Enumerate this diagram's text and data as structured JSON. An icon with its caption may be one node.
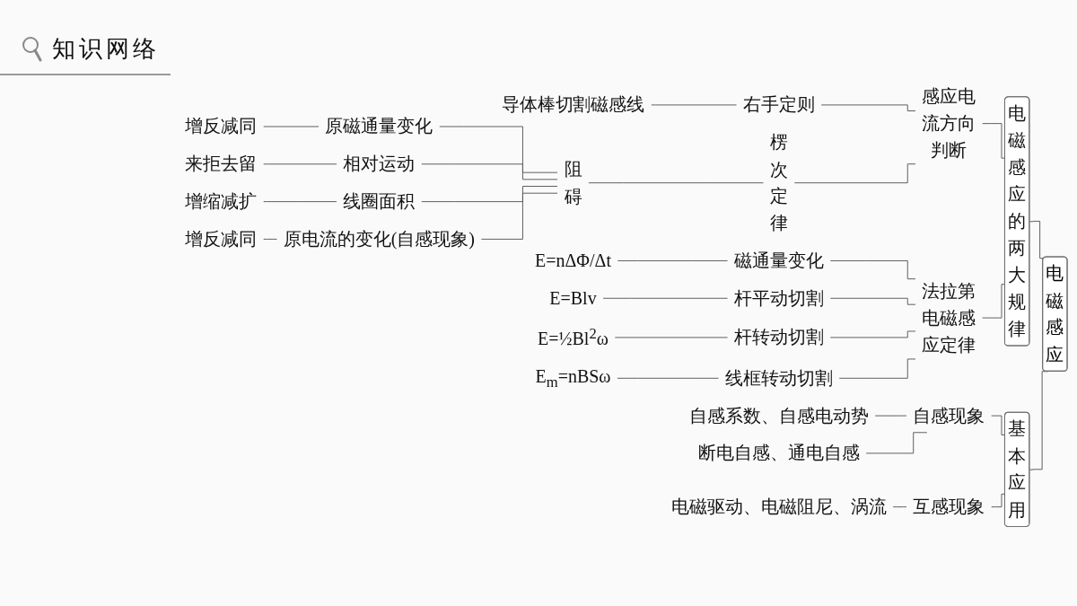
{
  "diagram": {
    "title": "知识网络",
    "nodes": [
      {
        "text": [
          "导体棒切割磁感线"
        ]
      },
      {
        "text": [
          "右手定则"
        ]
      },
      {
        "text": [
          "感应电流方向判断"
        ]
      },
      {
        "text": [
          "增反减同"
        ]
      },
      {
        "text": [
          "原磁通量变化"
        ]
      },
      {
        "text": [
          "来拒去留"
        ]
      },
      {
        "text": [
          "相对运动"
        ]
      },
      {
        "text": [
          "增缩减扩"
        ]
      },
      {
        "text": [
          "线圈面积"
        ]
      },
      {
        "text": [
          "增反减同"
        ]
      },
      {
        "text": [
          "原电流的变化(自感现象)"
        ]
      },
      {
        "text": [
          "阻碍"
        ]
      },
      {
        "text": [
          "楞次定律"
        ]
      },
      {
        "text": [
          "电磁感应的两大规律"
        ]
      },
      {
        "text": [
          "E=nΔΦ/Δt"
        ]
      },
      {
        "text": [
          "磁通量变化"
        ]
      },
      {
        "text": [
          "E=Blv"
        ]
      },
      {
        "text": [
          "杆平动切割"
        ]
      },
      {
        "text": [
          "E=½Bl$^{2}$ω"
        ]
      },
      {
        "text": [
          "杆转动切割"
        ]
      },
      {
        "text": [
          "E$_{m}$=nBSω"
        ]
      },
      {
        "text": [
          "线框转动切割"
        ]
      },
      {
        "text": [
          "法拉第电磁感应定律"
        ]
      },
      {
        "text": [
          "自感系数、自感电动势"
        ]
      },
      {
        "text": [
          "断电自感、通电自感"
        ]
      },
      {
        "text": [
          "自感现象"
        ]
      },
      {
        "text": [
          "电磁驱动、电磁阻尼、涡流"
        ]
      },
      {
        "text": [
          "互感现象"
        ]
      },
      {
        "text": [
          "基本应用"
        ]
      },
      {
        "text": [
          "电磁感应"
        ]
      }
    ],
    "edges": [
      {
        "from": 29,
        "to": 13,
        "arrow": "none"
      },
      {
        "from": 29,
        "to": 28,
        "arrow": "none"
      },
      {
        "from": 13,
        "to": 2,
        "arrow": "none"
      },
      {
        "from": 13,
        "to": 22,
        "arrow": "none"
      },
      {
        "from": 2,
        "to": 1,
        "arrow": "none"
      },
      {
        "from": 2,
        "to": 12,
        "arrow": "none"
      },
      {
        "from": 1,
        "to": 0,
        "arrow": "none"
      },
      {
        "from": 12,
        "to": 11,
        "arrow": "none"
      },
      {
        "from": 11,
        "to": 4,
        "arrow": "none"
      },
      {
        "from": 11,
        "to": 6,
        "arrow": "none"
      },
      {
        "from": 11,
        "to": 8,
        "arrow": "none"
      },
      {
        "from": 11,
        "to": 10,
        "arrow": "none"
      },
      {
        "from": 4,
        "to": 3,
        "arrow": "none"
      },
      {
        "from": 6,
        "to": 5,
        "arrow": "none"
      },
      {
        "from": 8,
        "to": 7,
        "arrow": "none"
      },
      {
        "from": 10,
        "to": 9,
        "arrow": "none"
      },
      {
        "from": 22,
        "to": 15,
        "arrow": "none"
      },
      {
        "from": 22,
        "to": 17,
        "arrow": "none"
      },
      {
        "from": 22,
        "to": 19,
        "arrow": "none"
      },
      {
        "from": 22,
        "to": 21,
        "arrow": "none"
      },
      {
        "from": 15,
        "to": 14,
        "arrow": "none"
      },
      {
        "from": 17,
        "to": 16,
        "arrow": "none"
      },
      {
        "from": 19,
        "to": 18,
        "arrow": "none"
      },
      {
        "from": 21,
        "to": 20,
        "arrow": "none"
      },
      {
        "from": 28,
        "to": 25,
        "arrow": "none"
      },
      {
        "from": 28,
        "to": 27,
        "arrow": "none"
      },
      {
        "from": 25,
        "to": 23,
        "arrow": "none"
      },
      {
        "from": 25,
        "to": 24,
        "arrow": "none"
      },
      {
        "from": 27,
        "to": 26,
        "arrow": "none"
      }
    ]
  }
}
